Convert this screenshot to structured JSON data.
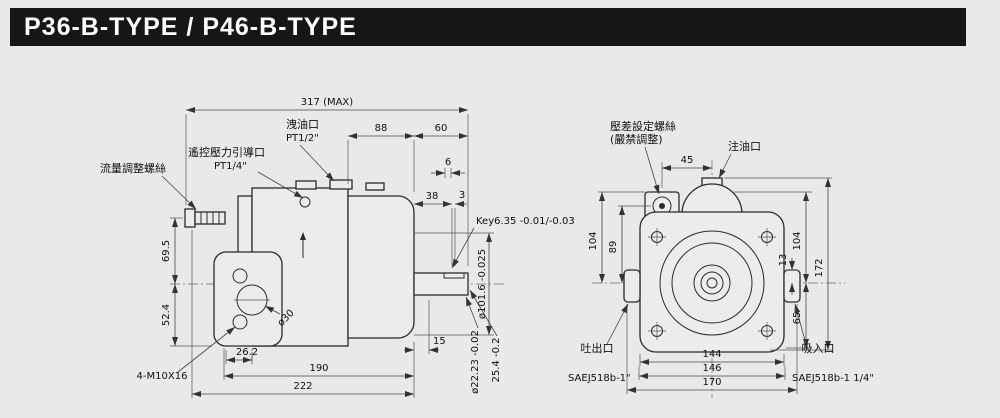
{
  "header": {
    "title": "P36-B-TYPE / P46-B-TYPE",
    "bg": "#161616",
    "fg": "#ffffff"
  },
  "side_view": {
    "labels": {
      "flow_screw": "流量調整螺絲",
      "remote_port": "遙控壓力引導口",
      "remote_port_size": "PT1/4\"",
      "drain_port": "洩油口",
      "drain_port_size": "PT1/2\"",
      "key": "Key6.35 -0.01/-0.03",
      "pilot_dia": "ø101.6 -0.025",
      "shaft_dia": "ø22.23 -0.02",
      "shaft_len": "25.4 -0.2",
      "mount_bolts": "4-M10X16",
      "center_dia": "ø30"
    },
    "dims": {
      "overall": "317 (MAX)",
      "w88": "88",
      "w60": "60",
      "w6": "6",
      "w38": "38",
      "w3": "3",
      "h69_5": "69.5",
      "h52_4": "52.4",
      "w26_2": "26.2",
      "w190": "190",
      "w222": "222",
      "w15": "15"
    }
  },
  "front_view": {
    "labels": {
      "diff_screw": "壓差設定螺絲",
      "diff_screw_note": "(嚴禁調整)",
      "oil_port": "注油口",
      "outlet": "吐出口",
      "outlet_size": "SAEJ518b-1\"",
      "inlet": "吸入口",
      "inlet_size": "SAEJ518b-1 1/4\""
    },
    "dims": {
      "w45": "45",
      "h104_left": "104",
      "h89": "89",
      "h104_right": "104",
      "h172": "172",
      "h13": "13",
      "h65": "65",
      "w144": "144",
      "w146": "146",
      "w170": "170"
    }
  }
}
